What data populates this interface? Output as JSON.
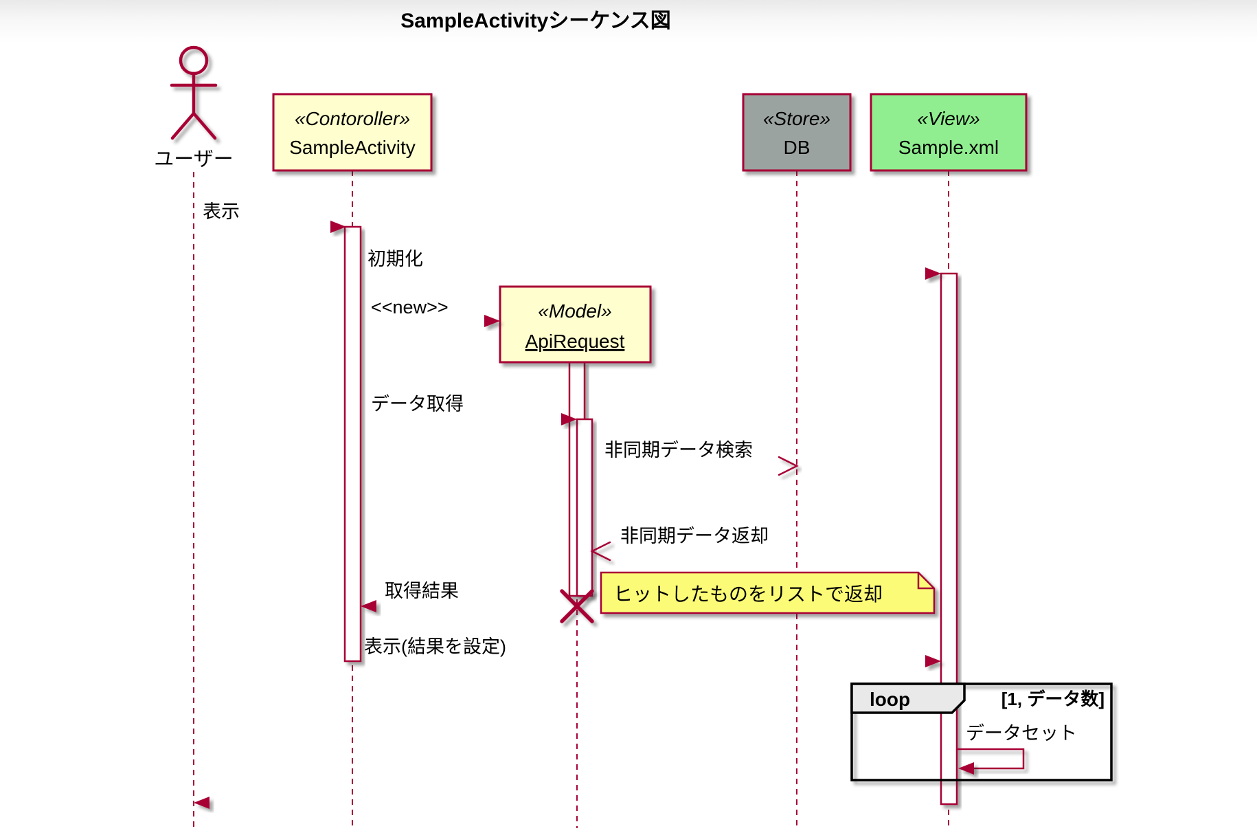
{
  "diagram_title": "SampleActivityシーケンス図",
  "participants": {
    "user": {
      "label": "ユーザー",
      "type": "actor"
    },
    "controller": {
      "stereotype": "«Contoroller»",
      "name": "SampleActivity",
      "fill": "#FEFECE"
    },
    "model": {
      "stereotype": "«Model»",
      "name": "ApiRequest",
      "fill": "#FEFECE"
    },
    "store": {
      "stereotype": "«Store»",
      "name": "DB",
      "fill": "#9BA3A0"
    },
    "view": {
      "stereotype": "«View»",
      "name": "Sample.xml",
      "fill": "#90EE90"
    }
  },
  "messages": {
    "show": "表示",
    "init": "初期化",
    "new": "<<new>>",
    "get_data": "データ取得",
    "async_search": "非同期データ検索",
    "async_return": "非同期データ返却",
    "result": "取得結果",
    "show_result": "表示(結果を設定)",
    "dataset": "データセット"
  },
  "note": {
    "text": "ヒットしたものをリストで返却",
    "fill": "#FBFB77"
  },
  "loop_fragment": {
    "label": "loop",
    "condition": "[1, データ数]",
    "header_fill": "#E9E9E9"
  },
  "colors": {
    "line": "#A80036",
    "frame_border": "#000000",
    "background_top": "#E9E9E9"
  }
}
